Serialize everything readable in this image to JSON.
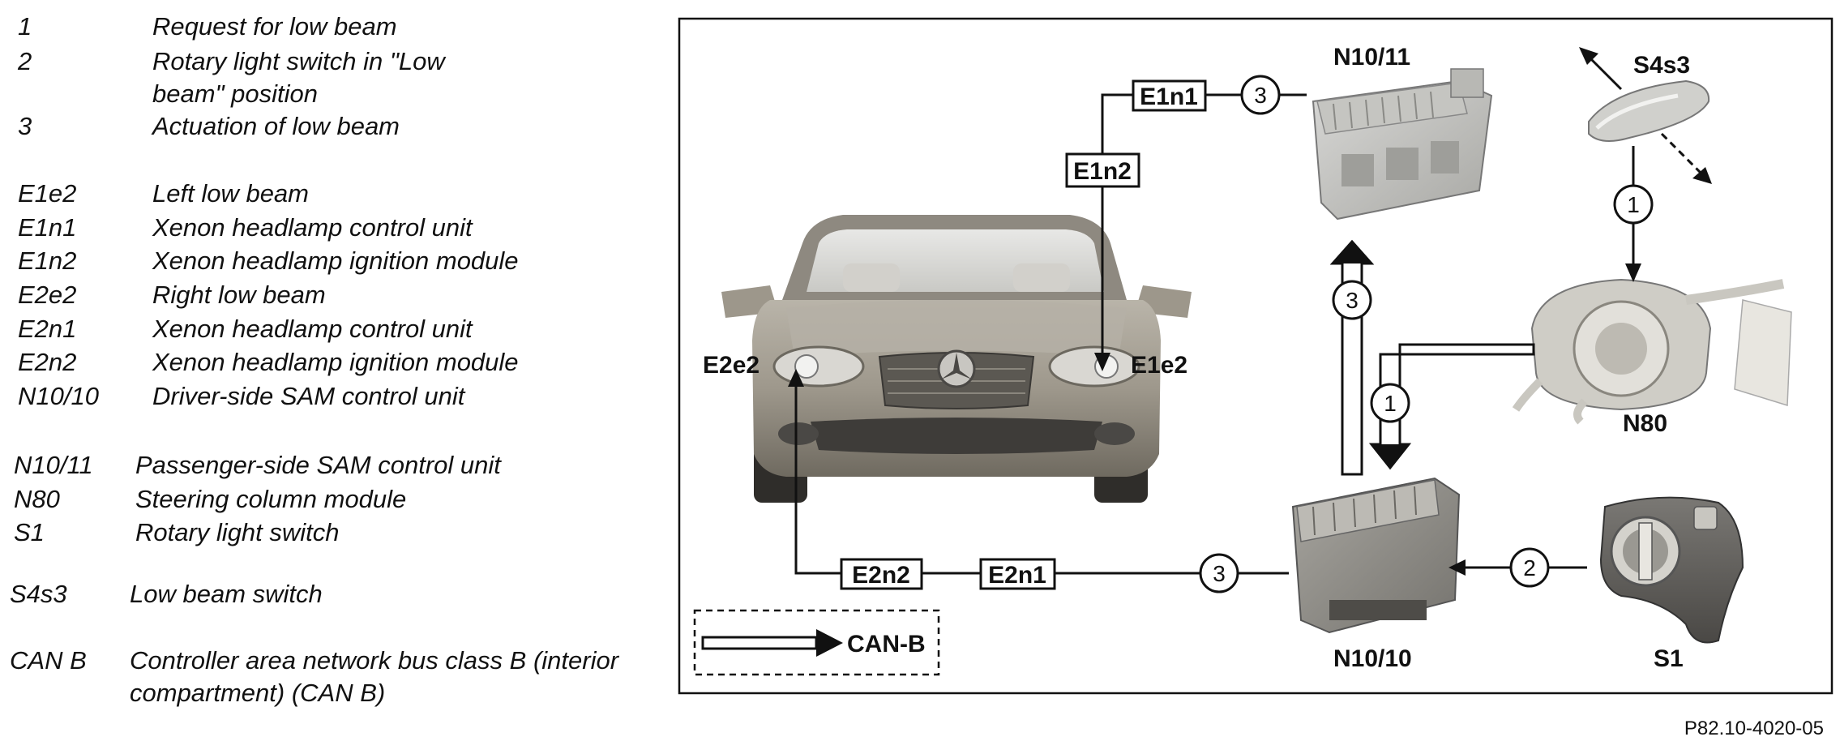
{
  "legend": [
    {
      "key": "1",
      "text": "Request for low beam"
    },
    {
      "key": "2",
      "text": "Rotary light switch in \"Low",
      "text2": "beam\" position"
    },
    {
      "key": "3",
      "text": "Actuation of low beam"
    },
    {
      "key": "E1e2",
      "text": "Left low beam"
    },
    {
      "key": "E1n1",
      "text": "Xenon headlamp control unit"
    },
    {
      "key": "E1n2",
      "text": "Xenon headlamp ignition module"
    },
    {
      "key": "E2e2",
      "text": "Right low beam"
    },
    {
      "key": "E2n1",
      "text": "Xenon headlamp control unit"
    },
    {
      "key": "E2n2",
      "text": "Xenon headlamp ignition module"
    },
    {
      "key": "N10/10",
      "text": "Driver-side SAM control unit"
    },
    {
      "key": "N10/11",
      "text": "Passenger-side SAM control unit"
    },
    {
      "key": "N80",
      "text": "Steering column module"
    },
    {
      "key": "S1",
      "text": "Rotary light switch"
    },
    {
      "key": "S4s3",
      "text": "Low beam switch"
    },
    {
      "key": "CAN B",
      "text": "Controller area network bus class B (interior",
      "text2": "compartment) (CAN B)"
    }
  ],
  "diagram": {
    "labels": {
      "n10_11": "N10/11",
      "s4s3": "S4s3",
      "n80": "N80",
      "n10_10": "N10/10",
      "s1": "S1",
      "e2e2": "E2e2",
      "e1e2": "E1e2"
    },
    "boxes": {
      "e1n1": "E1n1",
      "e1n2": "E1n2",
      "e2n2": "E2n2",
      "e2n1": "E2n1"
    },
    "circles": {
      "c3_top": "3",
      "c1_right": "1",
      "c3_vertical": "3",
      "c1_mid": "1",
      "c3_bottom": "3",
      "c2": "2"
    },
    "key_label": "CAN-B"
  },
  "figure_ref": "P82.10-4020-05"
}
